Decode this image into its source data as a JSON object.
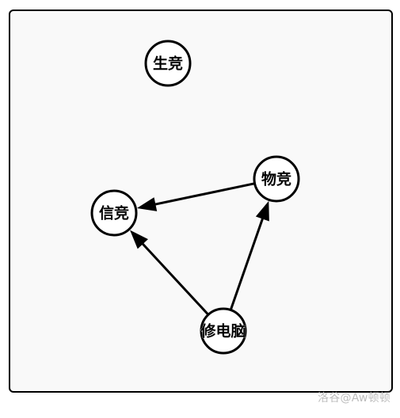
{
  "diagram": {
    "nodes": [
      {
        "id": "shengjing",
        "label": "生竞"
      },
      {
        "id": "wujing",
        "label": "物竞"
      },
      {
        "id": "xinjing",
        "label": "信竞"
      },
      {
        "id": "xiudiannao",
        "label": "修电脑"
      }
    ],
    "edges": [
      {
        "from": "wujing",
        "to": "xinjing"
      },
      {
        "from": "xiudiannao",
        "to": "xinjing"
      },
      {
        "from": "xiudiannao",
        "to": "wujing"
      }
    ]
  },
  "watermark": "洛谷@Aw顿顿",
  "colors": {
    "background": "#f9f9f9",
    "stroke": "#000000",
    "node_fill": "#ffffff",
    "watermark": "#bdbdbd"
  }
}
